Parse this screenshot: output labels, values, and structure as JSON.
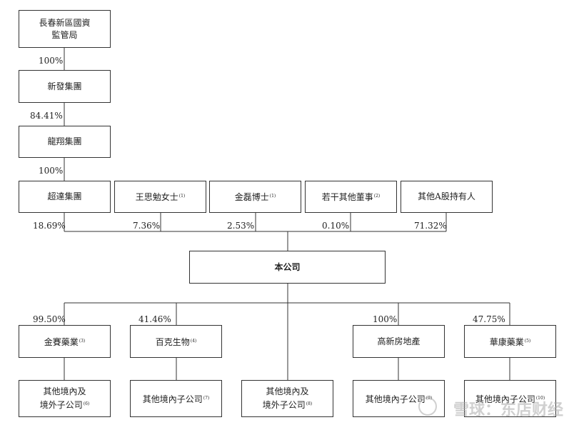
{
  "nodes": {
    "changchun": {
      "line1": "長春新區國資",
      "line2": "監管局"
    },
    "xinfa": {
      "label": "新發集團"
    },
    "longxiang": {
      "label": "龍翔集團"
    },
    "chaoda": {
      "label": "超達集團"
    },
    "wang": {
      "label": "王思勉女士",
      "note": "(1)"
    },
    "jin": {
      "label": "金磊博士",
      "note": "(1)"
    },
    "directors": {
      "label": "若干其他董事",
      "note": "(2)"
    },
    "a_holders": {
      "label": "其他A股持有人"
    },
    "company": {
      "label": "本公司"
    },
    "jinsai": {
      "label": "金賽藥業",
      "note": "(3)"
    },
    "baike": {
      "label": "百克生物",
      "note": "(4)"
    },
    "gaoxin": {
      "label": "高新房地產"
    },
    "huakang": {
      "label": "華康藥業",
      "note": "(5)"
    },
    "sub6": {
      "line1": "其他境內及",
      "line2": "境外子公司",
      "note": "(6)"
    },
    "sub7": {
      "label": "其他境內子公司",
      "note": "(7)"
    },
    "sub8": {
      "line1": "其他境內及",
      "line2": "境外子公司",
      "note": "(8)"
    },
    "sub9": {
      "label": "其他境內子公司",
      "note": "(9)"
    },
    "sub10": {
      "label": "其他境內子公司",
      "note": "(10)"
    }
  },
  "percentages": {
    "changchun_xinfa": "100%",
    "xinfa_longxiang": "84.41%",
    "longxiang_chaoda": "100%",
    "chaoda_company": "18.69%",
    "wang_company": "7.36%",
    "jin_company": "2.53%",
    "directors_company": "0.10%",
    "a_holders_company": "71.32%",
    "company_jinsai": "99.50%",
    "company_baike": "41.46%",
    "company_gaoxin": "100%",
    "company_huakang": "47.75%"
  },
  "watermark": "雪球：东店财经"
}
